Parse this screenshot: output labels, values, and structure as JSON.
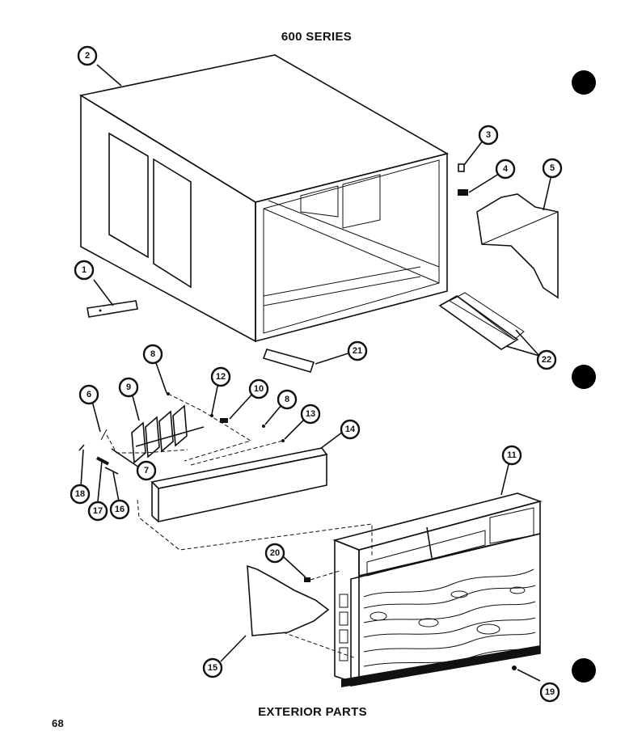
{
  "document": {
    "title": "600 SERIES",
    "caption": "EXTERIOR PARTS",
    "page_number": "68"
  },
  "callouts": {
    "c1": "1",
    "c2": "2",
    "c3": "3",
    "c4": "4",
    "c5": "5",
    "c6": "6",
    "c7": "7",
    "c8a": "8",
    "c8b": "8",
    "c9": "9",
    "c10": "10",
    "c11": "11",
    "c12": "12",
    "c13": "13",
    "c14": "14",
    "c15": "15",
    "c16": "16",
    "c17": "17",
    "c18": "18",
    "c19": "19",
    "c20": "20",
    "c21": "21",
    "c22": "22"
  }
}
